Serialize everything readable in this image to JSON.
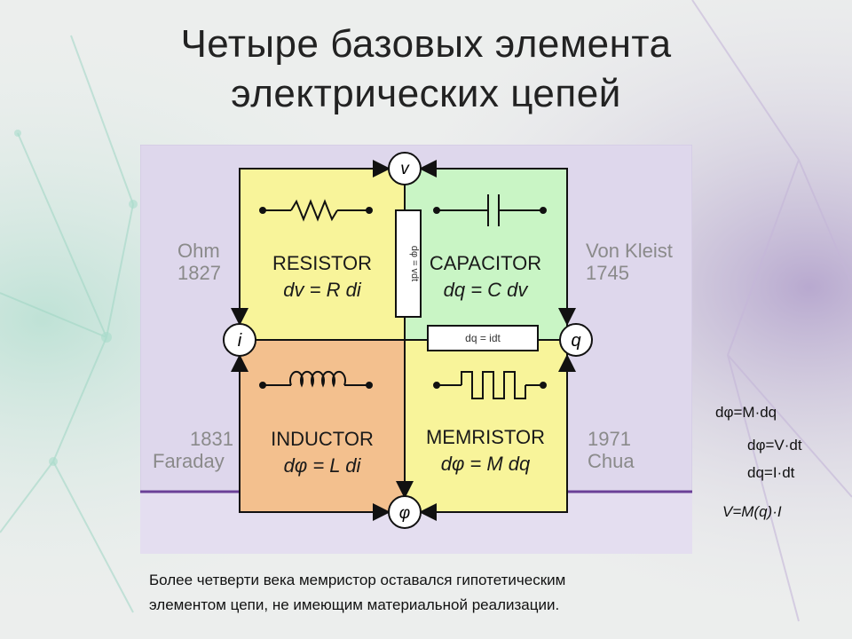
{
  "title": {
    "line1": "Четыре базовых элемента",
    "line2": "электрических цепей"
  },
  "diagram": {
    "nodes": {
      "v": "v",
      "i": "i",
      "q": "q",
      "phi": "φ"
    },
    "resistor": {
      "name": "RESISTOR",
      "eq": "dv = R di",
      "person": "Ohm",
      "year": "1827"
    },
    "capacitor": {
      "name": "CAPACITOR",
      "eq": "dq = C dv",
      "person": "Von Kleist",
      "year": "1745"
    },
    "inductor": {
      "name": "INDUCTOR",
      "eq": "dφ = L di",
      "person": "Faraday",
      "year": "1831"
    },
    "memristor": {
      "name": "MEMRISTOR",
      "eq": "dφ = M dq",
      "person": "Chua",
      "year": "1971"
    },
    "link_vertical": "dφ = vdt",
    "link_horizontal": "dq = idt",
    "colors": {
      "resistor": "#f8f49a",
      "capacitor": "#c9f5c5",
      "inductor": "#f3c08e",
      "memristor": "#f8f49a",
      "panel": "#ddd6ec",
      "line": "#6a3f97"
    }
  },
  "formulas": {
    "f1": "dφ=M·dq",
    "f2": "dφ=V·dt",
    "f3": "dq=I·dt",
    "f4": "V=M(q)·I"
  },
  "caption": {
    "line1": "Более четверти века мемристор оставался гипотетическим",
    "line2": "элементом цепи, не имеющим материальной реализации."
  }
}
